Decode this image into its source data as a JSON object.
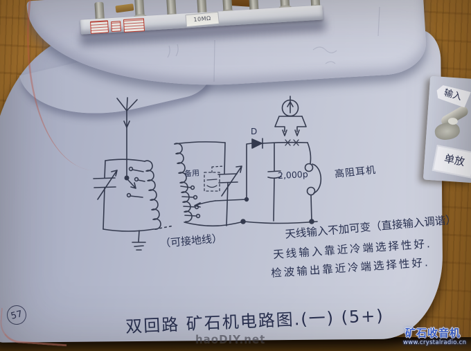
{
  "photo": {
    "page_number": "57",
    "title": "双回路 矿石机电路图.(一) (5+)",
    "notes": {
      "line1": "天线输入不加可变（直接输入调谐）",
      "line2": "天线输入靠近冷端选择性好.",
      "line3": "检波输出靠近冷端选择性好."
    },
    "circuit_labels": {
      "ground_note": "（可接地线）",
      "spare": "备用",
      "diode": "D",
      "capacitor": "2,000p",
      "earphone": "高阻耳机"
    },
    "hardware": {
      "resistor_label": "10MΩ",
      "board_tag_top": "输入",
      "board_tag_bottom": "单放"
    },
    "watermarks": {
      "center": "haoDIY.net",
      "brand": "矿石收音机",
      "url": "www.crystalradio.cn"
    },
    "colors": {
      "ink": "#283050",
      "page": "#b5bacd",
      "wood": "#a9762f",
      "label_red": "#c0392b",
      "brand_blue": "#3b63d6"
    }
  }
}
